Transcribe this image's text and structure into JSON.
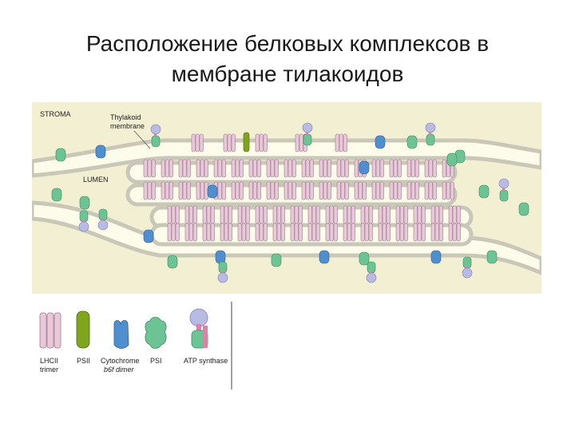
{
  "slide": {
    "title": "Расположение белковых комплексов в мембране тилакоидов"
  },
  "figure": {
    "stroma_label": "STROMA",
    "membrane_label_line1": "Thylakoid",
    "membrane_label_line2": "membrane",
    "lumen_label": "LUMEN"
  },
  "legend": {
    "lhcii_line1": "LHCII",
    "lhcii_line2": "trimer",
    "psii": "PSII",
    "cytb6f_line1": "Cytochrome",
    "cytb6f_line2": "b6f dimer",
    "psi": "PSI",
    "atp": "ATP synthase"
  },
  "colors": {
    "background": "#f3efd2",
    "lumen": "#fdfbe9",
    "membrane": "#e7e6d9",
    "lhcii": "#e8c8d9",
    "psii": "#7fa51f",
    "cytb6f": "#4f8fd0",
    "psi": "#6cc393",
    "atp_head": "#b9bbe4",
    "atp_stalk": "#d784a8"
  }
}
